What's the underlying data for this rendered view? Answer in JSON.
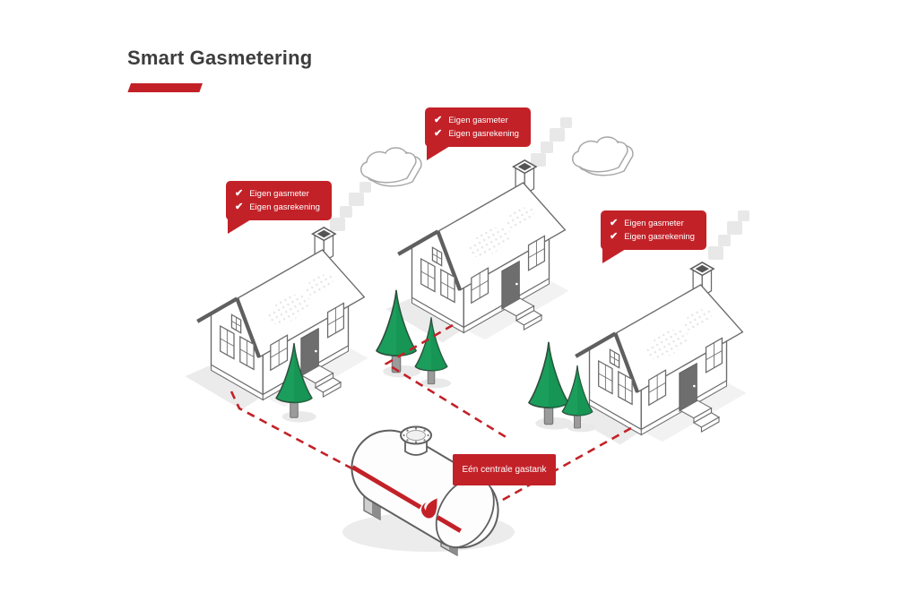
{
  "title": "Smart Gasmetering",
  "callouts": [
    {
      "items": [
        "Eigen gasmeter",
        "Eigen gasrekening"
      ]
    },
    {
      "items": [
        "Eigen gasmeter",
        "Eigen gasrekening"
      ]
    },
    {
      "items": [
        "Eigen gasmeter",
        "Eigen gasrekening"
      ]
    }
  ],
  "tank_label": "Eén centrale gastank",
  "icons": {
    "check": "✔"
  },
  "colors": {
    "accent_red": "#c32128",
    "title_text": "#3d3d3d",
    "tree_green": "#1b9e5b",
    "outline_gray": "#6b6b6b",
    "smoke_gray": "#e8e8e8"
  }
}
